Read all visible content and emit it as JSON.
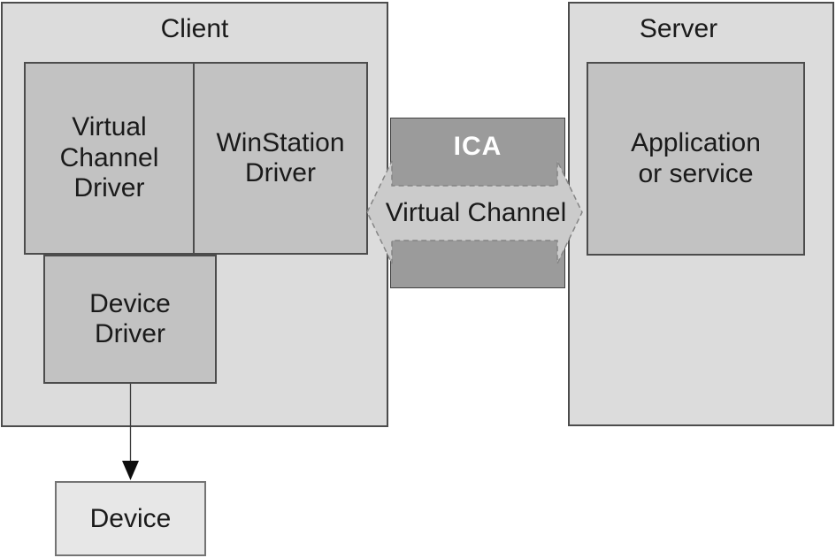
{
  "client": {
    "title": "Client",
    "virtual_channel_driver": "Virtual\nChannel\nDriver",
    "winstation_driver": "WinStation\nDriver",
    "device_driver": "Device\nDriver"
  },
  "server": {
    "title": "Server",
    "application": "Application\nor service"
  },
  "channel": {
    "protocol_label": "ICA",
    "arrow_label": "Virtual Channel"
  },
  "device": {
    "label": "Device"
  },
  "colors": {
    "container_fill": "#dcdcdc",
    "inner_box_fill": "#c2c2c2",
    "ica_band_fill": "#9b9b9b",
    "arrow_fill": "#cbcbcb",
    "arrow_stroke": "#858585",
    "device_box_fill": "#e7e7e7",
    "border": "#4c4c4c",
    "ica_text": "#ffffff",
    "text": "#1a1a1a",
    "background": "#ffffff"
  }
}
